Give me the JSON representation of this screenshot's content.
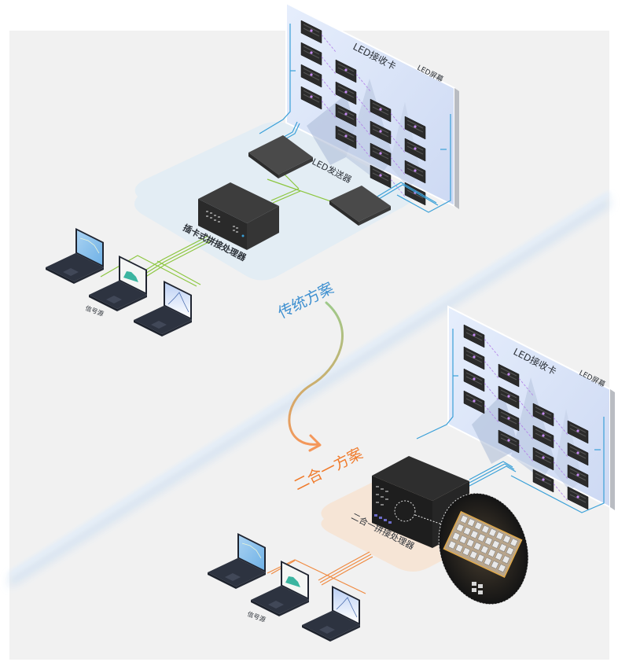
{
  "diagram": {
    "title_traditional": "传统方案",
    "title_integrated": "二合一方案",
    "colors": {
      "panel_bg": "#f1f1f1",
      "traditional_accent": "#3d8fd0",
      "integrated_accent": "#f07a2a",
      "traditional_cable": "#8cc63f",
      "integrated_cable": "#f08a40",
      "screen_cable": "#3aa0d8",
      "receiver_link": "#b07ce8"
    },
    "traditional": {
      "led_screen_label": "LED屏幕",
      "receiver_card_label": "LED接收卡",
      "sender_label": "LED发送器",
      "processor_label": "插卡式拼接处理器",
      "source_label": "信号源",
      "receiver_columns": [
        4,
        4,
        4,
        4
      ],
      "senders": 2,
      "laptops": 3
    },
    "integrated": {
      "led_screen_label": "LED屏幕",
      "receiver_card_label": "LED接收卡",
      "processor_label": "二合一拼接处理器",
      "source_label": "信号源",
      "receiver_columns": [
        4,
        4,
        4,
        4
      ],
      "laptops": 3
    }
  }
}
